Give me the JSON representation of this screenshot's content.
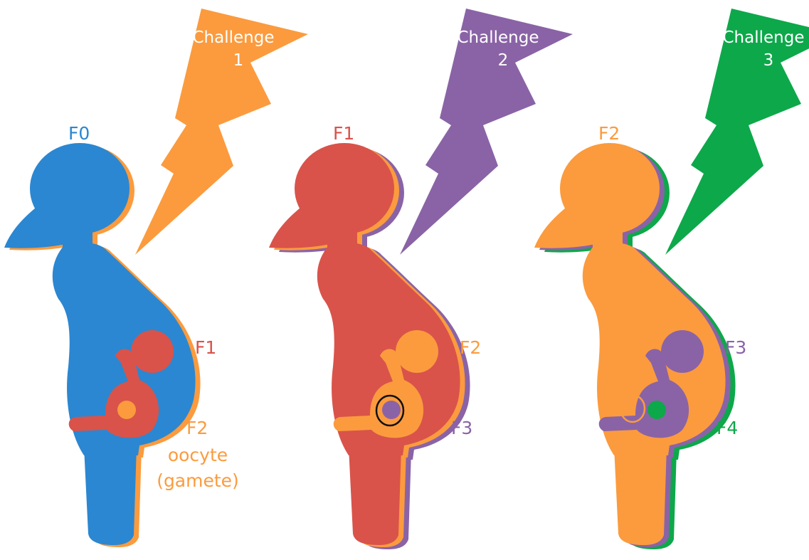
{
  "colors": {
    "blue": "#2b87d1",
    "red": "#d9534a",
    "orange": "#fb9b3e",
    "purple": "#8a63a6",
    "green": "#0da84a",
    "ring_black": "#111111",
    "background": "#ffffff"
  },
  "challenges": [
    {
      "line1": "Challenge",
      "line2": "1",
      "color": "#fb9b3e"
    },
    {
      "line1": "Challenge",
      "line2": "2",
      "color": "#8a63a6"
    },
    {
      "line1": "Challenge",
      "line2": "3",
      "color": "#0da84a"
    }
  ],
  "figures": [
    {
      "mother_label": "F0",
      "fetus_label": "F1",
      "germline_label": "F2",
      "extra_lines": [
        "oocyte",
        "(gamete)"
      ],
      "mother_color": "#2b87d1",
      "fetus_color": "#d9534a",
      "germ_color": "#fb9b3e"
    },
    {
      "mother_label": "F1",
      "fetus_label": "F2",
      "germline_label": "F3",
      "extra_lines": [],
      "mother_color": "#d9534a",
      "fetus_color": "#fb9b3e",
      "germ_color": "#8a63a6"
    },
    {
      "mother_label": "F2",
      "fetus_label": "F3",
      "germline_label": "F4",
      "extra_lines": [],
      "mother_color": "#fb9b3e",
      "fetus_color": "#8a63a6",
      "germ_color": "#0da84a"
    }
  ]
}
